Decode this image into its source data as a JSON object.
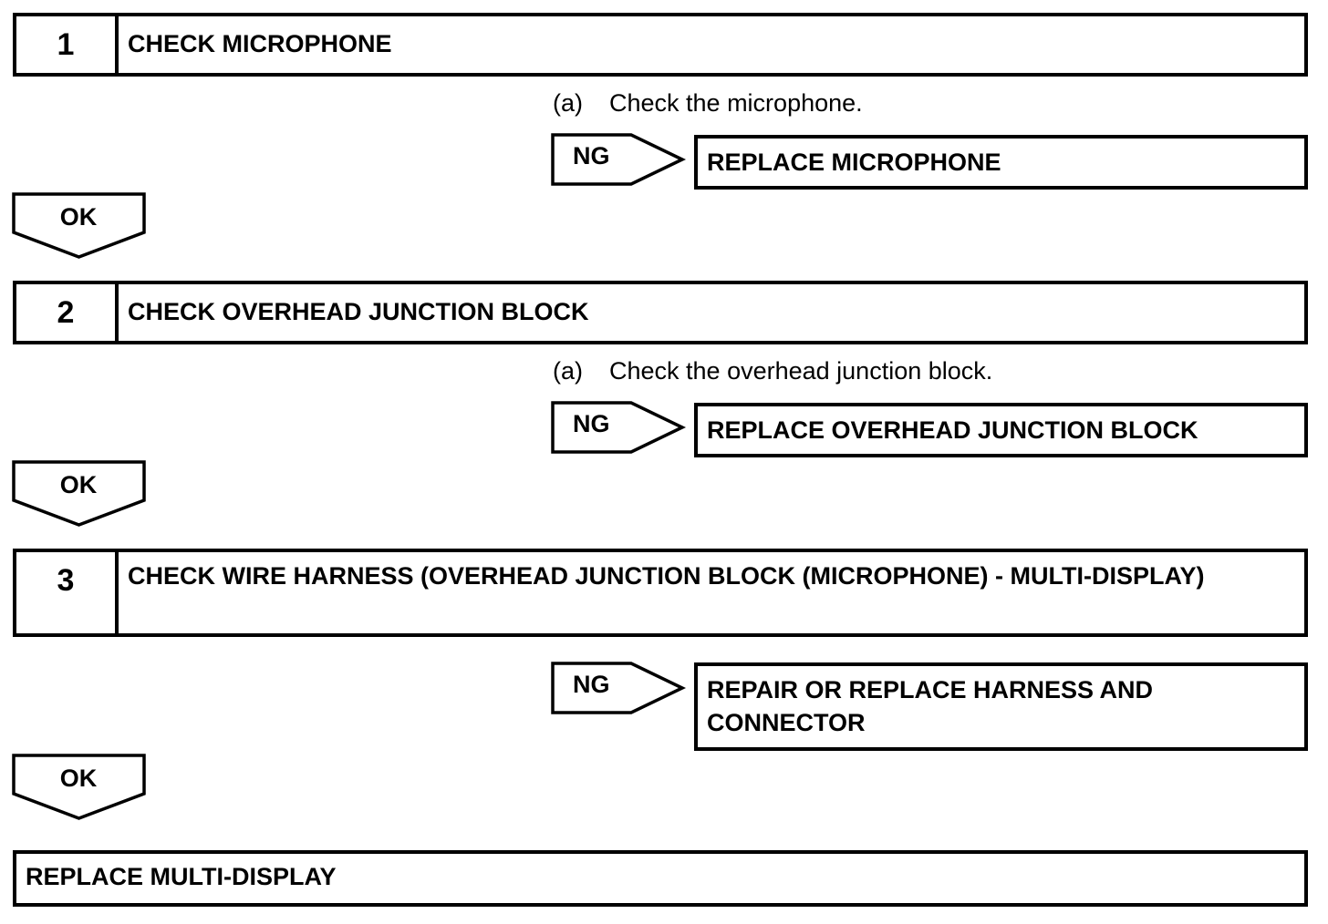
{
  "steps": [
    {
      "number": "1",
      "title": "CHECK MICROPHONE",
      "substep_label": "(a)",
      "substep_text": "Check the microphone.",
      "ng_label": "NG",
      "ng_result": "REPLACE MICROPHONE",
      "ok_label": "OK"
    },
    {
      "number": "2",
      "title": "CHECK OVERHEAD JUNCTION BLOCK",
      "substep_label": "(a)",
      "substep_text": "Check the overhead junction block.",
      "ng_label": "NG",
      "ng_result": "REPLACE OVERHEAD JUNCTION BLOCK",
      "ok_label": "OK"
    },
    {
      "number": "3",
      "title": "CHECK WIRE HARNESS (OVERHEAD JUNCTION BLOCK (MICROPHONE) - MULTI-DISPLAY)",
      "ng_label": "NG",
      "ng_result": "REPAIR OR REPLACE HARNESS AND CONNECTOR",
      "ok_label": "OK"
    }
  ],
  "final_action": "REPLACE MULTI-DISPLAY"
}
